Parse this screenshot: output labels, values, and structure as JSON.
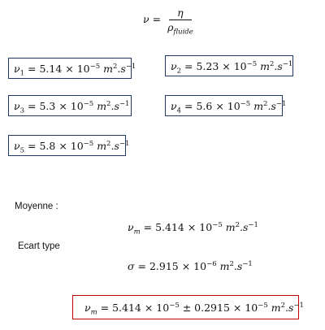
{
  "formula": {
    "lhs": "ν",
    "eq": "=",
    "numerator": "η",
    "denominator_symbol": "ρ",
    "denominator_sub": "fluide"
  },
  "measurements": [
    {
      "symbol": "ν",
      "index": "1",
      "value": "= 5.14 × 10",
      "exp": "−5",
      "unit": "m",
      "unit_exp": "2",
      "unit_rest": ".s",
      "unit_rest_exp": "−1"
    },
    {
      "symbol": "ν",
      "index": "2",
      "value": "= 5.23 × 10",
      "exp": "−5",
      "unit": "m",
      "unit_exp": "2",
      "unit_rest": ".s",
      "unit_rest_exp": "−1"
    },
    {
      "symbol": "ν",
      "index": "3",
      "value": "= 5.3 × 10",
      "exp": "−5",
      "unit": "m",
      "unit_exp": "2",
      "unit_rest": ".s",
      "unit_rest_exp": "−1"
    },
    {
      "symbol": "ν",
      "index": "4",
      "value": "= 5.6 × 10",
      "exp": "−5",
      "unit": "m",
      "unit_exp": "2",
      "unit_rest": ".s",
      "unit_rest_exp": "−1"
    },
    {
      "symbol": "ν",
      "index": "5",
      "value": "= 5.8 × 10",
      "exp": "−5",
      "unit": "m",
      "unit_exp": "2",
      "unit_rest": ".s",
      "unit_rest_exp": "−1"
    }
  ],
  "mean": {
    "label": "Moyenne :",
    "symbol": "ν",
    "sub": "m",
    "value": "= 5.414 × 10",
    "exp": "−5",
    "unit": "m",
    "unit_exp": "2",
    "unit_rest": ".s",
    "unit_rest_exp": "−1"
  },
  "std": {
    "label": "Ecart type",
    "symbol": "σ",
    "value": "= 2.915 × 10",
    "exp": "−6",
    "unit": "m",
    "unit_exp": "2",
    "unit_rest": ".s",
    "unit_rest_exp": "−1"
  },
  "result": {
    "symbol": "ν",
    "sub": "m",
    "value": "= 5.414 × 10",
    "exp": "−5",
    "pm": "± 0.2915 × 10",
    "pm_exp": "−5",
    "unit": "m",
    "unit_exp": "2",
    "unit_rest": ".s",
    "unit_rest_exp": "−1"
  },
  "colors": {
    "box_border": "#1f3864",
    "result_border": "#c00000"
  }
}
